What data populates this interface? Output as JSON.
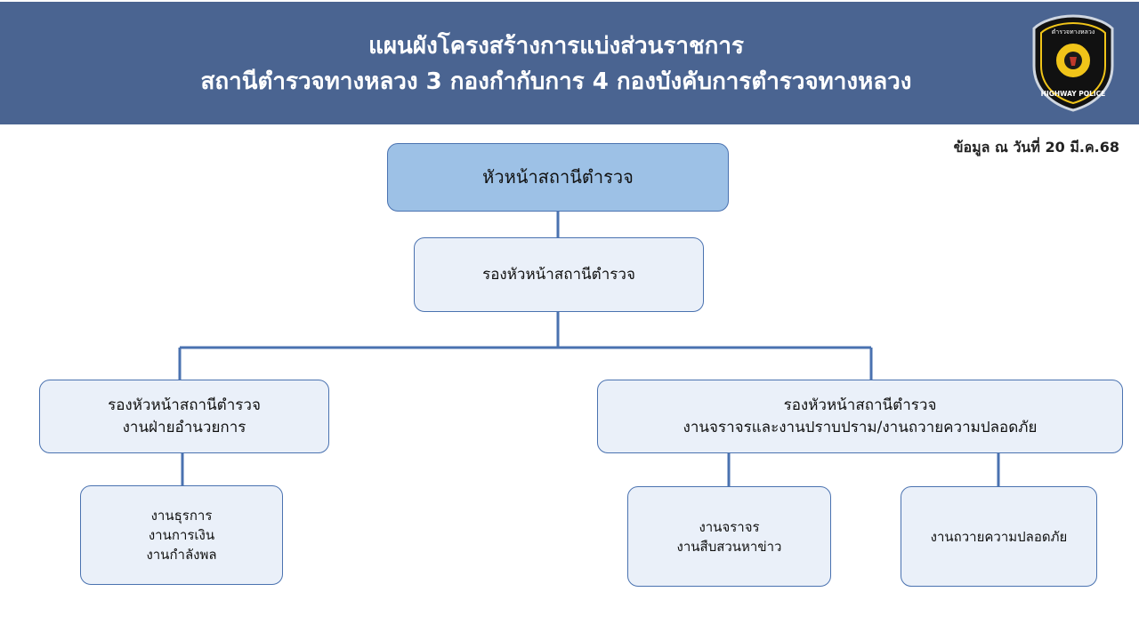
{
  "header": {
    "title_line1": "แผนผังโครงสร้างการแบ่งส่วนราชการ",
    "title_line2": "สถานีตำรวจทางหลวง 3 กองกำกับการ 4 กองบังคับการตำรวจทางหลวง",
    "emblem_text": "HIGHWAY POLICE",
    "emblem_top_text": "ตำรวจทางหลวง"
  },
  "date_note": "ข้อมูล ณ วันที่ 20 มี.ค.68",
  "colors": {
    "header_bg": "#4a6491",
    "box_bg": "#eaf0f9",
    "top_box_bg": "#9dc1e6",
    "line": "#4a72b0"
  },
  "org": {
    "head": "หัวหน้าสถานีตำรวจ",
    "deputy": "รองหัวหน้าสถานีตำรวจ",
    "left_deputy": {
      "line1": "รองหัวหน้าสถานีตำรวจ",
      "line2": "งานฝ่ายอำนวยการ"
    },
    "right_deputy": {
      "line1": "รองหัวหน้าสถานีตำรวจ",
      "line2": "งานจราจรและงานปราบปราม/งานถวายความปลอดภัย"
    },
    "admin_units": [
      "งานธุรการ",
      "งานการเงิน",
      "งานกำลังพล"
    ],
    "traffic_units": [
      "งานจราจร",
      "งานสืบสวนหาข่าว"
    ],
    "security_unit": "งานถวายความปลอดภัย"
  }
}
